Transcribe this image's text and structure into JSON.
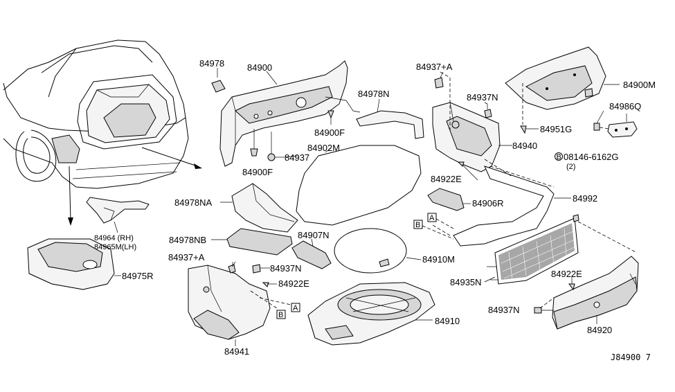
{
  "diagram_code": "J84900 7",
  "labels": {
    "p84978": "84978",
    "p84900": "84900",
    "p84900F_top": "84900F",
    "p84902M": "84902M",
    "p84937": "84937",
    "p84900F_bottom": "84900F",
    "p84978N": "84978N",
    "p84937A_top": "84937+A",
    "p84937N_top": "84937N",
    "p84951G": "84951G",
    "p84900M": "84900M",
    "p84986Q": "84986Q",
    "p84940": "84940",
    "bolt_code": "08146-6162G",
    "bolt_prefix": "B",
    "bolt_qty": "(2)",
    "p84922E_top": "84922E",
    "p84906R": "84906R",
    "p84992": "84992",
    "p84978NA": "84978NA",
    "p84964": "84964 (RH)",
    "p84965M": "84965M(LH)",
    "p84978NB": "84978NB",
    "p84907N": "84907N",
    "p84910M": "84910M",
    "p84935N": "84935N",
    "p84922E_right": "84922E",
    "p84975R": "84975R",
    "p84937A_bottom": "84937+A",
    "p84937N_mid": "84937N",
    "p84922E_mid": "84922E",
    "p84910": "84910",
    "p84937N_bottom": "84937N",
    "p84920": "84920",
    "p84941": "84941",
    "box_A": "A",
    "box_B": "B"
  }
}
